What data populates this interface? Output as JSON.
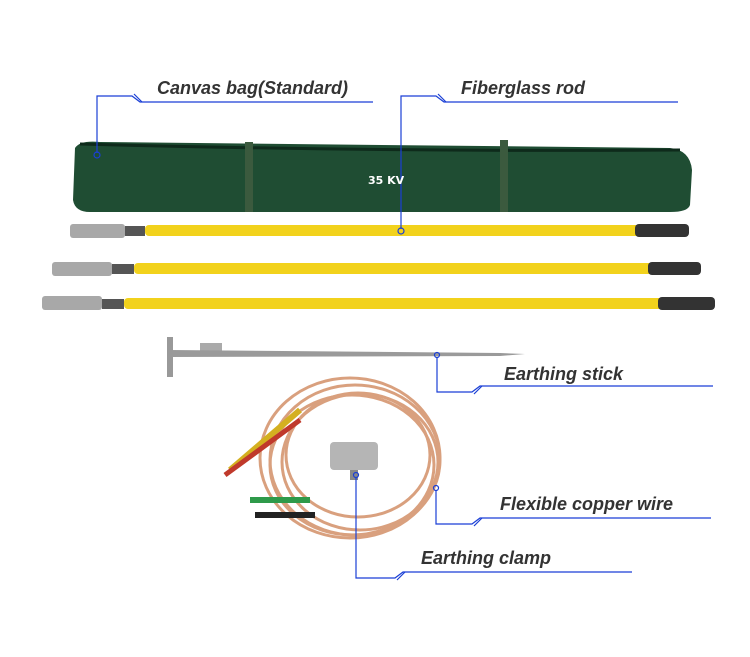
{
  "labels": {
    "canvas_bag": "Canvas bag(Standard)",
    "fiberglass_rod": "Fiberglass rod",
    "earthing_stick": "Earthing stick",
    "flexible_copper_wire": "Flexible copper wire",
    "earthing_clamp": "Earthing clamp"
  },
  "bag_print": "35 KV",
  "colors": {
    "callout": "#1a3fd6",
    "bag": "#1f4d33",
    "rod": "#f2d21c",
    "copper": "#d9a07e"
  }
}
